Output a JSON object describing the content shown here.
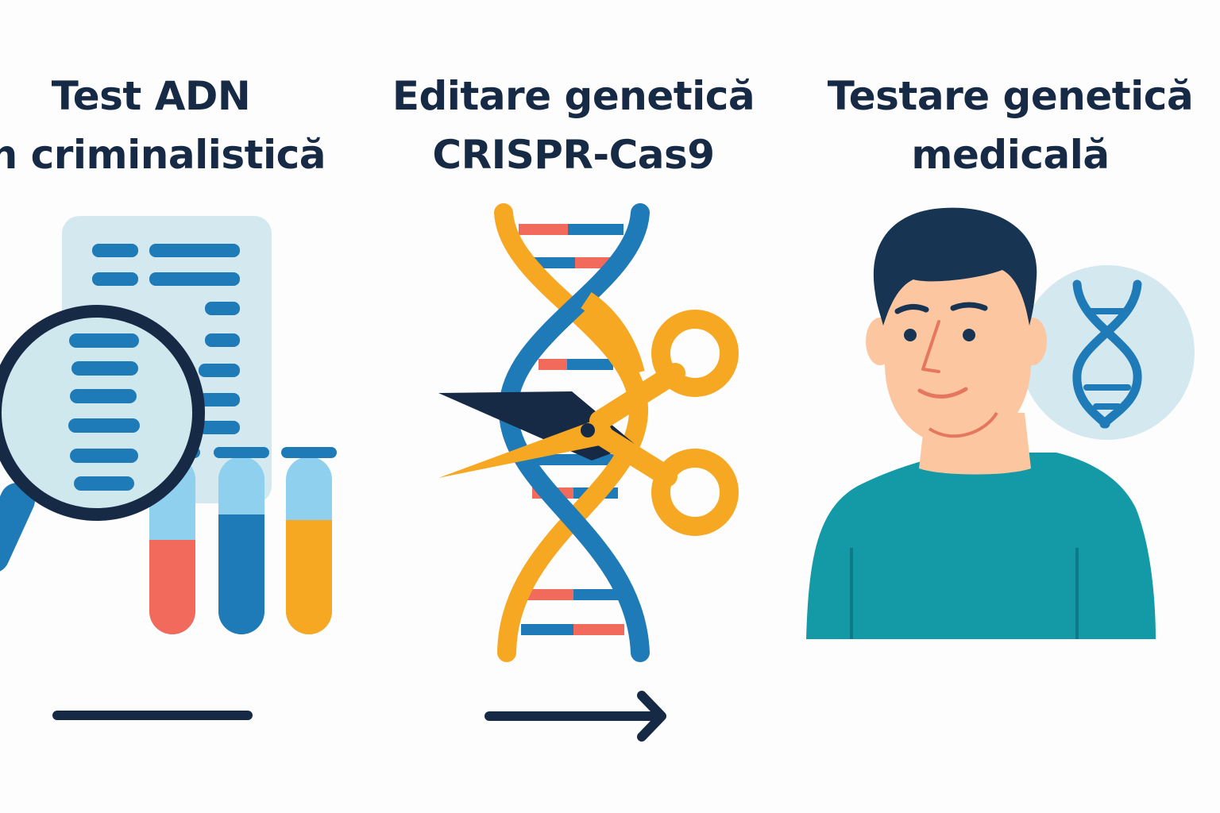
{
  "panels": [
    {
      "title_line1": "Test ADN",
      "title_line2": "în criminalistică",
      "illustration": "magnifier-dna-documents-test-tubes"
    },
    {
      "title_line1": "Editare genetică",
      "title_line2": "CRISPR-Cas9",
      "illustration": "dna-helix-scissors"
    },
    {
      "title_line1": "Testare genetică",
      "title_line2": "medicală",
      "illustration": "person-dna-badge"
    }
  ],
  "colors": {
    "navy": "#172a45",
    "blue": "#1f7ab8",
    "light_blue": "#8fd0ee",
    "orange": "#f7a823",
    "coral": "#f26a5b",
    "teal": "#139aa6",
    "skin": "#fbc6a0",
    "hair": "#173453",
    "pale": "#d4e9ef"
  }
}
